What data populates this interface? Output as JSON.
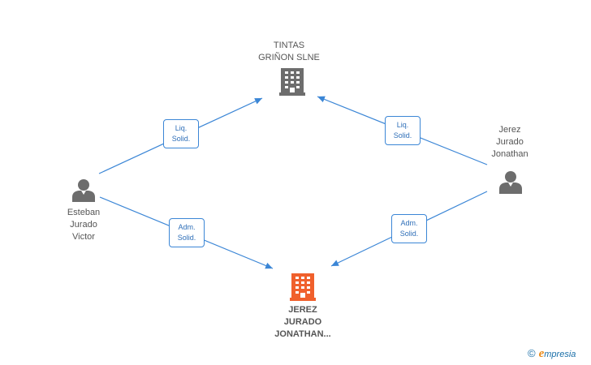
{
  "nodes": {
    "tintas": {
      "lines": [
        "TINTAS",
        "GRIÑON SLNE"
      ]
    },
    "esteban": {
      "lines": [
        "Esteban",
        "Jurado",
        "Victor"
      ]
    },
    "jerez_person": {
      "lines": [
        "Jerez",
        "Jurado",
        "Jonathan"
      ]
    },
    "main_company": {
      "lines": [
        "JEREZ",
        "JURADO",
        "JONATHAN..."
      ]
    }
  },
  "edges": {
    "esteban_tintas": {
      "lines": [
        "Liq.",
        "Solid."
      ]
    },
    "jerez_tintas": {
      "lines": [
        "Liq.",
        "Solid."
      ]
    },
    "esteban_main": {
      "lines": [
        "Adm.",
        "Solid."
      ]
    },
    "jerez_main": {
      "lines": [
        "Adm.",
        "Solid."
      ]
    }
  },
  "colors": {
    "edge": "#3b86d6",
    "icon_gray": "#6d6d6d",
    "icon_main": "#f0602c"
  },
  "icons": {
    "company": "building-icon",
    "person": "person-icon"
  },
  "footer": {
    "copyright_symbol": "©",
    "brand_initial": "e",
    "brand_rest": "mpresia"
  }
}
